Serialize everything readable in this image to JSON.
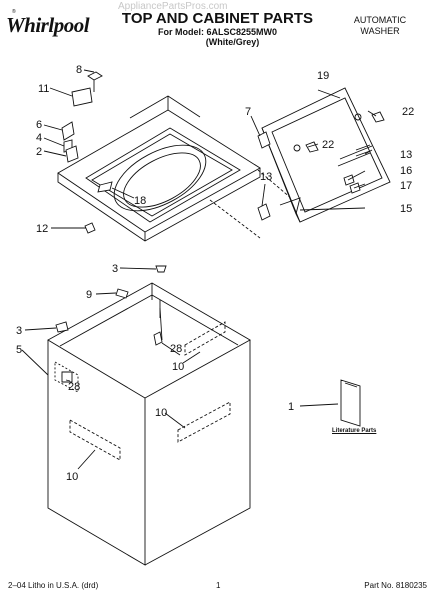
{
  "header": {
    "brand": "Whirlpool",
    "watermark": "AppliancePartsPros.com",
    "title": "TOP AND CABINET PARTS",
    "model_line": "For Model: 6ALSC8255MW0",
    "variant": "(White/Grey)",
    "product_line1": "AUTOMATIC",
    "product_line2": "WASHER"
  },
  "callouts": {
    "c1": "1",
    "c2": "2",
    "c3a": "3",
    "c3b": "3",
    "c4": "4",
    "c5": "5",
    "c6": "6",
    "c7": "7",
    "c8": "8",
    "c9": "9",
    "c10a": "10",
    "c10b": "10",
    "c10c": "10",
    "c11": "11",
    "c12": "12",
    "c13a": "13",
    "c13b": "13",
    "c15": "15",
    "c16": "16",
    "c17": "17",
    "c18": "18",
    "c19": "19",
    "c22a": "22",
    "c22b": "22",
    "c28a": "28",
    "c28b": "28"
  },
  "literature_label": "Literature Parts",
  "footer": {
    "left": "2–04 Litho in U.S.A. (drd)",
    "page": "1",
    "part_no": "Part No. 8180235"
  }
}
